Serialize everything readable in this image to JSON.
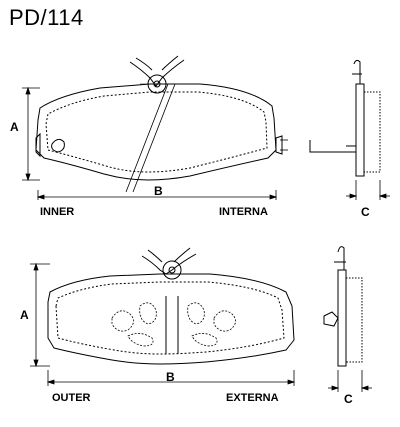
{
  "part_code": "PD/114",
  "inner_view": {
    "label_left": "INNER",
    "label_right": "INTERNA",
    "dim_a": "A",
    "dim_b": "B",
    "dim_c": "C"
  },
  "outer_view": {
    "label_left": "OUTER",
    "label_right": "EXTERNA",
    "dim_a": "A",
    "dim_b": "B",
    "dim_c": "C"
  }
}
